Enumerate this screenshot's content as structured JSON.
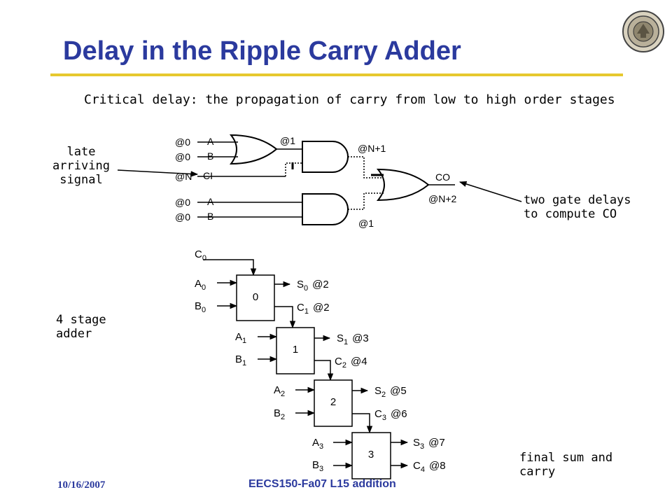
{
  "title": "Delay in the Ripple Carry Adder",
  "subtitle": "Critical delay: the propagation of carry from low to high order stages",
  "notes": {
    "late_arriving": [
      "late",
      "arriving",
      "signal"
    ],
    "two_gate": [
      "two gate delays",
      "to compute CO"
    ],
    "four_stage": [
      "4 stage",
      "adder"
    ],
    "final_sum": [
      "final sum and",
      "carry"
    ]
  },
  "gate_diagram": {
    "inputs_top": [
      {
        "time": "@0",
        "name": "A"
      },
      {
        "time": "@0",
        "name": "B"
      },
      {
        "time": "@N",
        "name": "CI"
      }
    ],
    "inputs_bottom": [
      {
        "time": "@0",
        "name": "A"
      },
      {
        "time": "@0",
        "name": "B"
      }
    ],
    "or1_out": "@1",
    "and1_out": "@N+1",
    "and2_out": "@1",
    "co_label": "CO",
    "co_time": "@N+2"
  },
  "adder_stages": [
    {
      "index": "0",
      "carry_in": {
        "base": "C",
        "sub": "0"
      },
      "a": {
        "base": "A",
        "sub": "0"
      },
      "b": {
        "base": "B",
        "sub": "0"
      },
      "sum": {
        "base": "S",
        "sub": "0",
        "time": "@2"
      },
      "carry_out": {
        "base": "C",
        "sub": "1",
        "time": "@2"
      }
    },
    {
      "index": "1",
      "a": {
        "base": "A",
        "sub": "1"
      },
      "b": {
        "base": "B",
        "sub": "1"
      },
      "sum": {
        "base": "S",
        "sub": "1",
        "time": "@3"
      },
      "carry_out": {
        "base": "C",
        "sub": "2",
        "time": "@4"
      }
    },
    {
      "index": "2",
      "a": {
        "base": "A",
        "sub": "2"
      },
      "b": {
        "base": "B",
        "sub": "2"
      },
      "sum": {
        "base": "S",
        "sub": "2",
        "time": "@5"
      },
      "carry_out": {
        "base": "C",
        "sub": "3",
        "time": "@6"
      }
    },
    {
      "index": "3",
      "a": {
        "base": "A",
        "sub": "3"
      },
      "b": {
        "base": "B",
        "sub": "3"
      },
      "sum": {
        "base": "S",
        "sub": "3",
        "time": "@7"
      },
      "carry_out": {
        "base": "C",
        "sub": "4",
        "time": "@8"
      }
    }
  ],
  "footer": {
    "date": "10/16/2007",
    "course": "EECS150-Fa07 L15 addition"
  },
  "colors": {
    "title": "#2b3a9e",
    "rule": "#e6c82e"
  }
}
